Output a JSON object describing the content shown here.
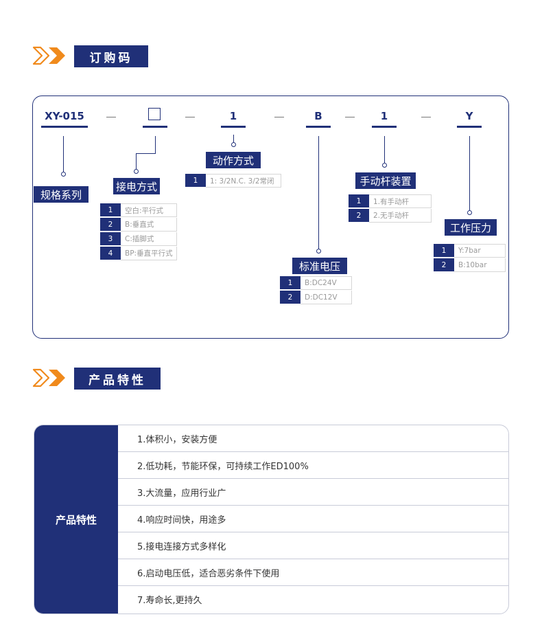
{
  "section1": {
    "title": "订购码"
  },
  "section2": {
    "title": "产品特性"
  },
  "code_segments": [
    "XY-015",
    "□",
    "1",
    "B",
    "1",
    "Y"
  ],
  "separator": "—",
  "groups": {
    "series": {
      "label": "规格系列"
    },
    "wiring": {
      "label": "接电方式",
      "options": [
        {
          "n": "1",
          "t": "空白:平行式"
        },
        {
          "n": "2",
          "t": "B:垂直式"
        },
        {
          "n": "3",
          "t": "C:插脚式"
        },
        {
          "n": "4",
          "t": "BP:垂直平行式"
        }
      ]
    },
    "action": {
      "label": "动作方式",
      "options": [
        {
          "n": "1",
          "t": "1: 3/2N.C.  3/2常闭"
        }
      ]
    },
    "voltage": {
      "label": "标准电压",
      "options": [
        {
          "n": "1",
          "t": "B:DC24V"
        },
        {
          "n": "2",
          "t": "D:DC12V"
        }
      ]
    },
    "manual": {
      "label": "手动杆装置",
      "options": [
        {
          "n": "1",
          "t": "1.有手动杆"
        },
        {
          "n": "2",
          "t": "2.无手动杆"
        }
      ]
    },
    "pressure": {
      "label": "工作压力",
      "options": [
        {
          "n": "1",
          "t": "Y:7bar"
        },
        {
          "n": "2",
          "t": "B:10bar"
        }
      ]
    }
  },
  "features": {
    "header": "产品特性",
    "items": [
      "1.体积小，安装方便",
      "2.低功耗，节能环保，可持续工作ED100%",
      "3.大流量，应用行业广",
      "4.响应时间快，用途多",
      "5.接电连接方式多样化",
      "6.启动电压低，适合恶劣条件下使用",
      "7.寿命长,更持久"
    ]
  },
  "colors": {
    "navy": "#203078",
    "orange": "#f08a1c"
  }
}
